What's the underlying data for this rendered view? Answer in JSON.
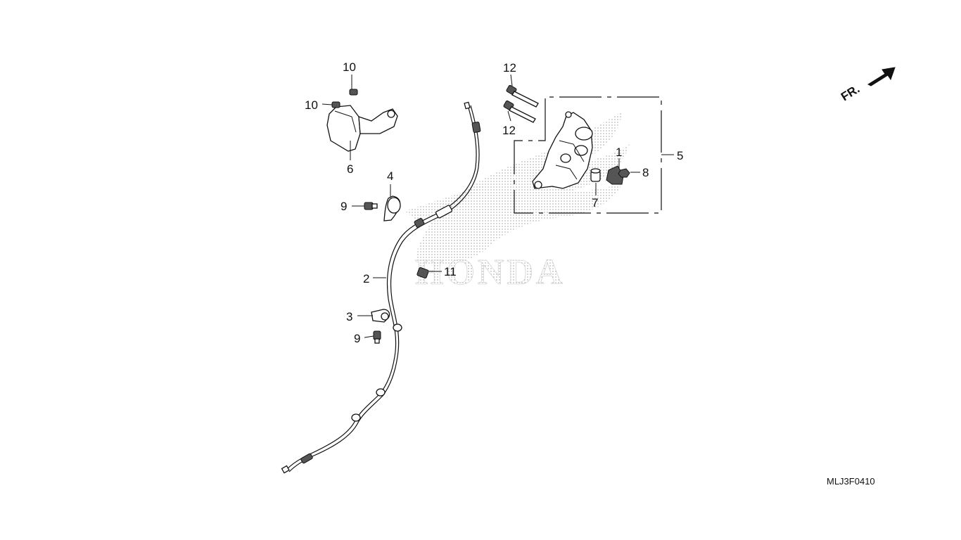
{
  "diagram": {
    "callouts": [
      {
        "id": "c10a",
        "text": "10"
      },
      {
        "id": "c10b",
        "text": "10"
      },
      {
        "id": "c6",
        "text": "6"
      },
      {
        "id": "c4",
        "text": "4"
      },
      {
        "id": "c9a",
        "text": "9"
      },
      {
        "id": "c2",
        "text": "2"
      },
      {
        "id": "c3",
        "text": "3"
      },
      {
        "id": "c9b",
        "text": "9"
      },
      {
        "id": "c11",
        "text": "11"
      },
      {
        "id": "c12a",
        "text": "12"
      },
      {
        "id": "c12b",
        "text": "12"
      },
      {
        "id": "c1",
        "text": "1"
      },
      {
        "id": "c5",
        "text": "5"
      },
      {
        "id": "c7",
        "text": "7"
      },
      {
        "id": "c8",
        "text": "8"
      }
    ],
    "direction_label": "FR.",
    "watermark_text": "HONDA",
    "diagram_code": "MLJ3F0410"
  },
  "colors": {
    "line": "#111111",
    "watermark": "#bdbdbd"
  }
}
